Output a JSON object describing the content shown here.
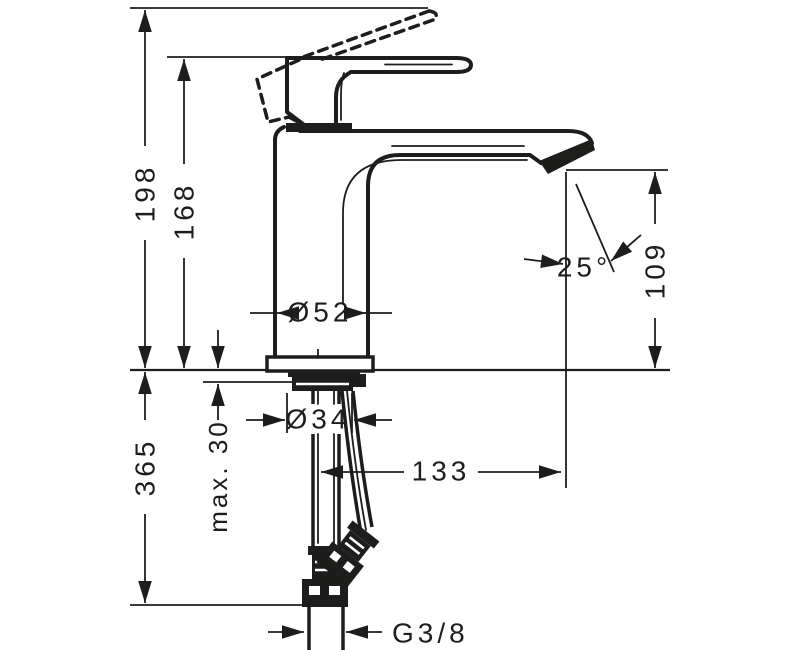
{
  "drawing_title": "faucet-dimension-drawing",
  "colors": {
    "line": "#1d1d1b",
    "background": "#ffffff"
  },
  "dimensions": {
    "total_height": "198",
    "lever_height": "168",
    "hose_length": "365",
    "max_thickness": "max. 30",
    "base_diameter": "Ø52",
    "shank_diameter": "Ø34",
    "spout_reach": "133",
    "spout_height": "109",
    "spray_angle": "25°",
    "thread_size": "G3/8"
  }
}
